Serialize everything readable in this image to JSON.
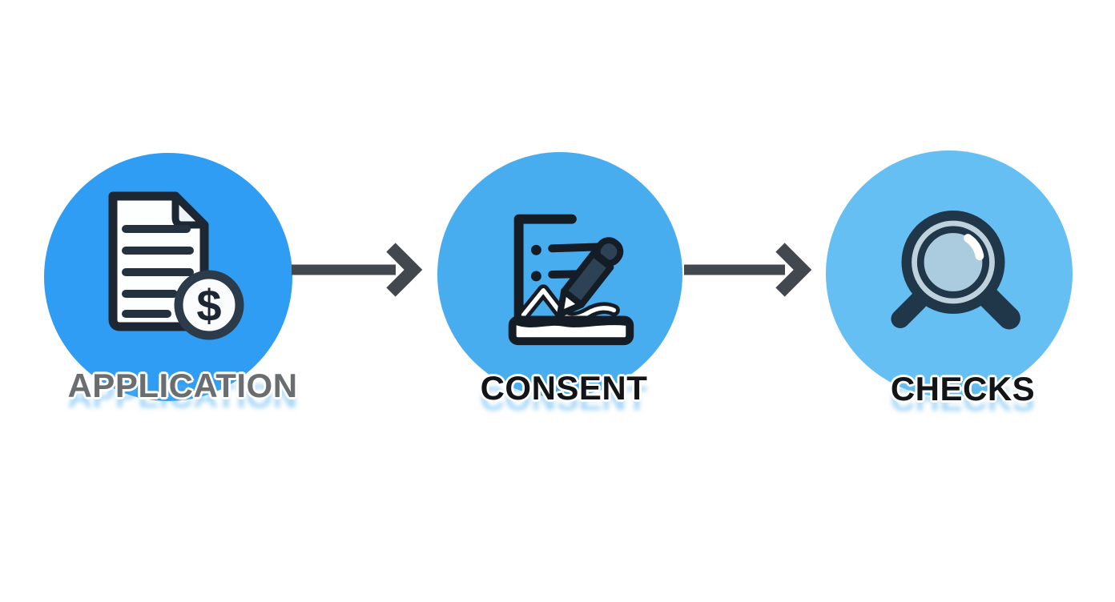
{
  "diagram": {
    "background_color": "#ffffff",
    "arrows": {
      "count": 2,
      "color": "#43484e",
      "direction": "right"
    },
    "steps": [
      {
        "label": "APPLICATION",
        "label_color": "#6b6e71",
        "circle_color": "#2f9df3",
        "icon": "document-dollar-icon",
        "icon_outline_color": "#1c2733",
        "icon_paper_color": "#ffffff",
        "dollar_sign": "$"
      },
      {
        "label": "CONSENT",
        "label_color": "#121417",
        "circle_color": "#47adee",
        "icon": "signature-pencil-icon",
        "icon_outline_color": "#141c26",
        "pencil_body_color": "#2e4255"
      },
      {
        "label": "CHECKS",
        "label_color": "#121417",
        "circle_color": "#66bff2",
        "icon": "magnifying-glass-icon",
        "icon_outline_color": "#203649",
        "lens_color": "#abccdf"
      }
    ]
  }
}
